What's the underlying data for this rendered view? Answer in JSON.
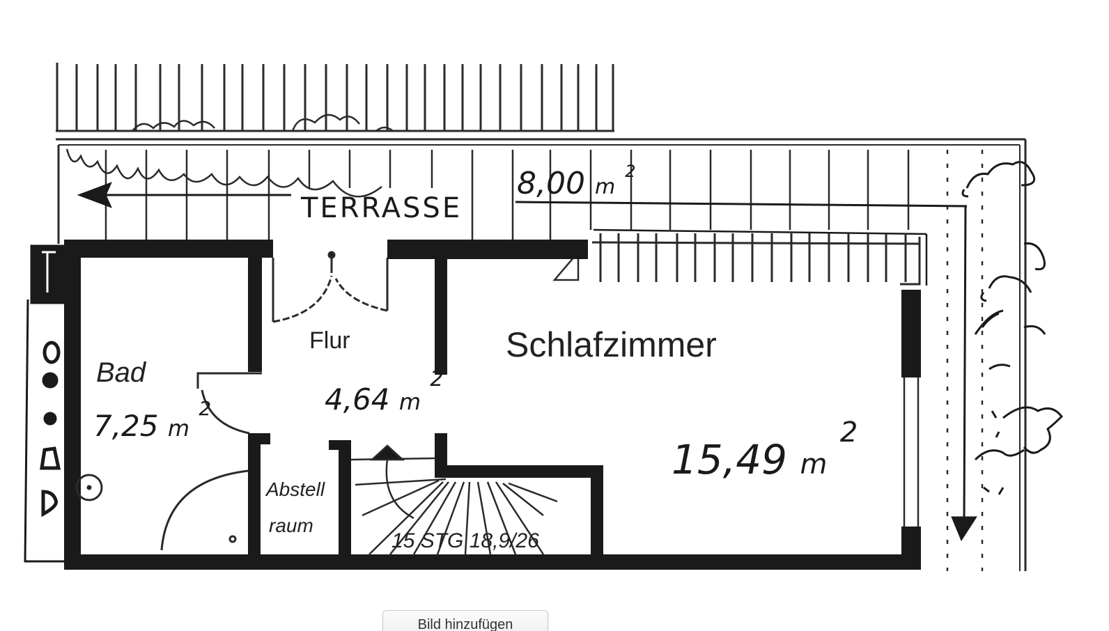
{
  "floorplan": {
    "terrace": {
      "label": "TERRASSE",
      "area": "8,00",
      "unit": "m",
      "sup": "2"
    },
    "rooms": [
      {
        "id": "bad",
        "name": "Bad",
        "area": "7,25",
        "unit": "m",
        "sup": "2"
      },
      {
        "id": "flur",
        "name": "Flur",
        "area": "4,64",
        "unit": "m",
        "sup": "2"
      },
      {
        "id": "schlafzimmer",
        "name": "Schlafzimmer",
        "area": "15,49",
        "unit": "m",
        "sup": "2"
      },
      {
        "id": "abstellraum",
        "name_line1": "Abstell",
        "name_line2": "raum"
      }
    ],
    "stairs": {
      "label": "15 STG 18,9/26"
    },
    "colors": {
      "ink": "#1a1a1a",
      "paper": "#ffffff"
    }
  },
  "footer": {
    "button_label": "Bild hinzufügen"
  }
}
